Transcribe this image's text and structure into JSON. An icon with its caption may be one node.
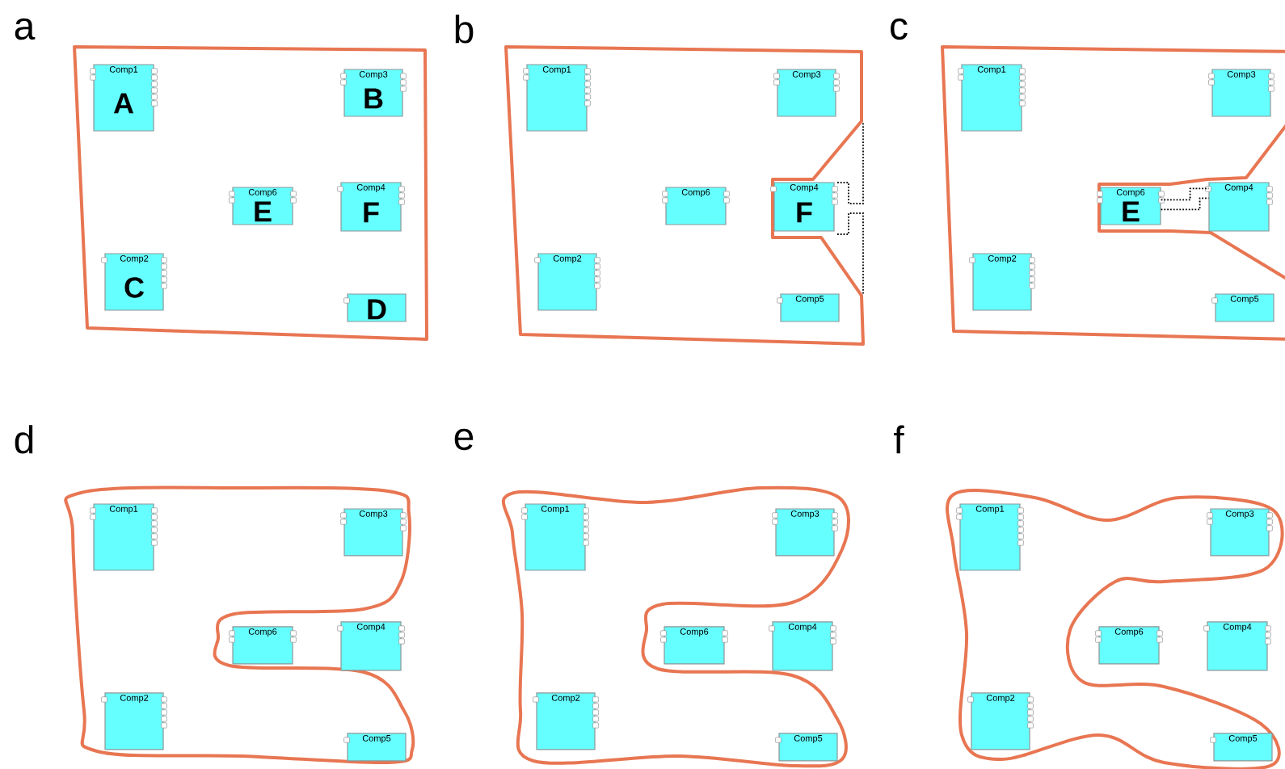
{
  "diagram": {
    "nodes": [
      {
        "text": [
          "Comp1",
          "A"
        ]
      },
      {
        "text": [
          "Comp3",
          "B"
        ]
      },
      {
        "text": [
          "Comp6",
          "E"
        ]
      },
      {
        "text": [
          "Comp4",
          "F"
        ]
      },
      {
        "text": [
          "Comp2",
          "C"
        ]
      },
      {
        "text": [
          "D"
        ]
      },
      {
        "text": [
          "Comp1"
        ]
      },
      {
        "text": [
          "Comp3"
        ]
      },
      {
        "text": [
          "Comp6"
        ]
      },
      {
        "text": [
          "Comp4",
          "F"
        ]
      },
      {
        "text": [
          "Comp2"
        ]
      },
      {
        "text": [
          "Comp5"
        ]
      },
      {
        "text": [
          "Comp1"
        ]
      },
      {
        "text": [
          "Comp3"
        ]
      },
      {
        "text": [
          "Comp6",
          "E"
        ]
      },
      {
        "text": [
          "Comp4"
        ]
      },
      {
        "text": [
          "Comp2"
        ]
      },
      {
        "text": [
          "Comp5"
        ]
      },
      {
        "text": [
          "Comp1"
        ]
      },
      {
        "text": [
          "Comp3"
        ]
      },
      {
        "text": [
          "Comp6"
        ]
      },
      {
        "text": [
          "Comp4"
        ]
      },
      {
        "text": [
          "Comp2"
        ]
      },
      {
        "text": [
          "Comp5"
        ]
      },
      {
        "text": [
          "Comp1"
        ]
      },
      {
        "text": [
          "Comp3"
        ]
      },
      {
        "text": [
          "Comp6"
        ]
      },
      {
        "text": [
          "Comp4"
        ]
      },
      {
        "text": [
          "Comp2"
        ]
      },
      {
        "text": [
          "Comp5"
        ]
      },
      {
        "text": [
          "Comp1"
        ]
      },
      {
        "text": [
          "Comp3"
        ]
      },
      {
        "text": [
          "Comp6"
        ]
      },
      {
        "text": [
          "Comp4"
        ]
      },
      {
        "text": [
          "Comp2"
        ]
      },
      {
        "text": [
          "Comp5"
        ]
      }
    ],
    "edges": [
      {
        "from": 14,
        "to": 15,
        "arrow": "none",
        "style": "dashed"
      },
      {
        "from": 14,
        "to": 15,
        "arrow": "none",
        "style": "dashed"
      }
    ],
    "labels": [
      "a",
      "b",
      "c",
      "d",
      "e",
      "f"
    ]
  }
}
